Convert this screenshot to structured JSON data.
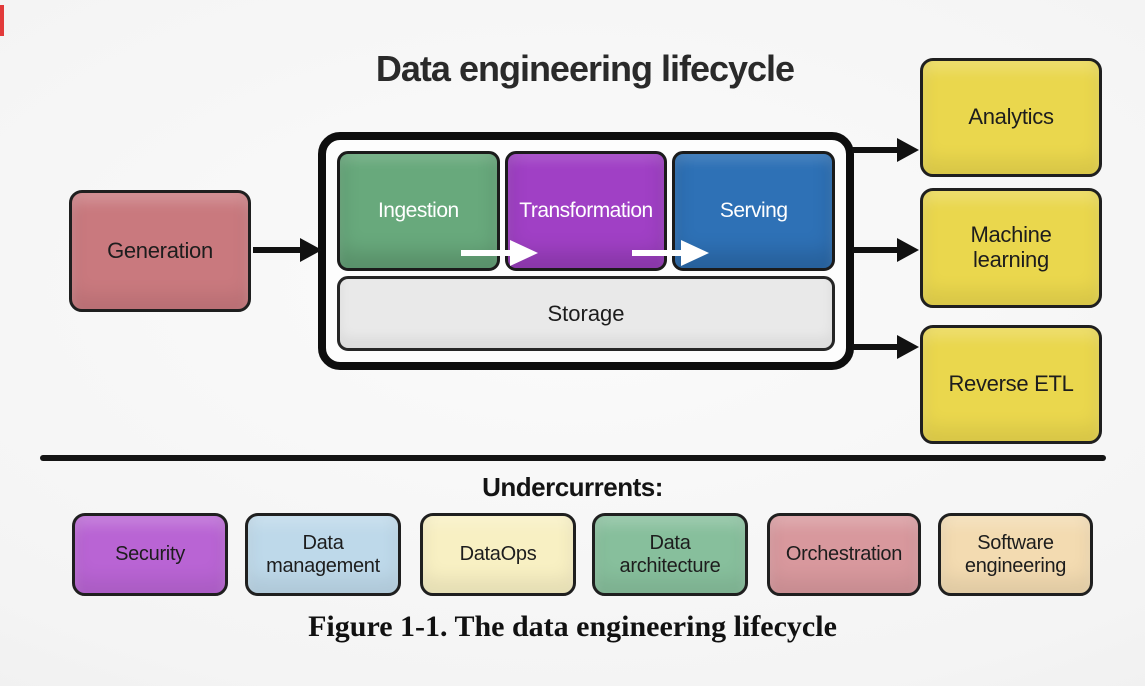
{
  "figure": {
    "title": "Data engineering lifecycle",
    "caption": "Figure 1-1. The data engineering lifecycle"
  },
  "colors": {
    "box_border": "#1f1f1f",
    "arrow_black": "#111111",
    "arrow_white": "#ffffff",
    "accent_marker": "#e23a3a"
  },
  "generation": {
    "label": "Generation",
    "fill": "#c9797e",
    "text": "#1d1d1d"
  },
  "lifecycle": {
    "stages": [
      {
        "label": "Ingestion",
        "fill": "#68a97c",
        "text": "#ffffff"
      },
      {
        "label": "Transformation",
        "fill": "#a040c5",
        "text": "#ffffff"
      },
      {
        "label": "Serving",
        "fill": "#2e71b6",
        "text": "#ffffff"
      }
    ],
    "storage": {
      "label": "Storage",
      "fill": "#e9e9e9",
      "text": "#1d1d1d"
    }
  },
  "outputs": [
    {
      "label": "Analytics",
      "fill": "#ead74d",
      "text": "#1d1d1d"
    },
    {
      "label": "Machine learning",
      "fill": "#ead74d",
      "text": "#1d1d1d"
    },
    {
      "label": "Reverse ETL",
      "fill": "#ead74d",
      "text": "#1d1d1d"
    }
  ],
  "undercurrents": {
    "heading": "Undercurrents:",
    "items": [
      {
        "label": "Security",
        "fill": "#b964d4",
        "text": "#1d1d1d"
      },
      {
        "label": "Data management",
        "fill": "#bed9ea",
        "text": "#1d1d1d"
      },
      {
        "label": "DataOps",
        "fill": "#f8f0c3",
        "text": "#1d1d1d"
      },
      {
        "label": "Data architecture",
        "fill": "#87bf9c",
        "text": "#1d1d1d"
      },
      {
        "label": "Orchestration",
        "fill": "#d8989d",
        "text": "#1d1d1d"
      },
      {
        "label": "Software engineering",
        "fill": "#f3dbb1",
        "text": "#1d1d1d"
      }
    ]
  }
}
